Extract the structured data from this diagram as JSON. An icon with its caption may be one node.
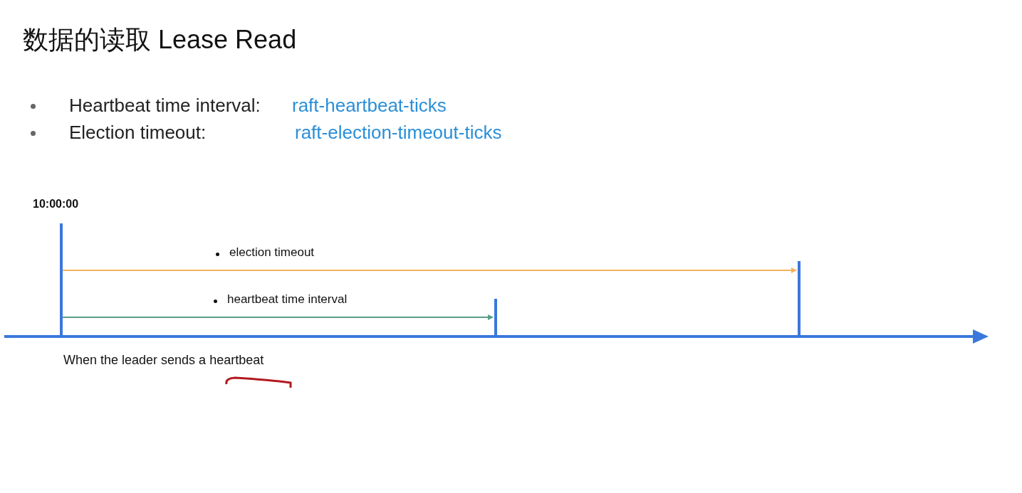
{
  "diagram": {
    "title": "数据的读取 Lease Read",
    "nodes": [
      {
        "text": [],
        "shape": "bar",
        "beside": [
          "10:00:00",
          "When the leader sends a heartbeat"
        ]
      },
      {
        "text": [],
        "shape": "bar"
      },
      {
        "text": [],
        "shape": "bar"
      }
    ],
    "edges": [
      {
        "from": 0,
        "to": 2,
        "arrow": "to",
        "label": "election timeout",
        "color": "#f5b15e"
      },
      {
        "from": 0,
        "to": 1,
        "arrow": "to",
        "label": "heartbeat time interval",
        "color": "#5a9e8a"
      }
    ],
    "labels": [
      "Heartbeat time interval:",
      "raft-heartbeat-ticks",
      "Election timeout:",
      "raft-election-timeout-ticks"
    ]
  }
}
